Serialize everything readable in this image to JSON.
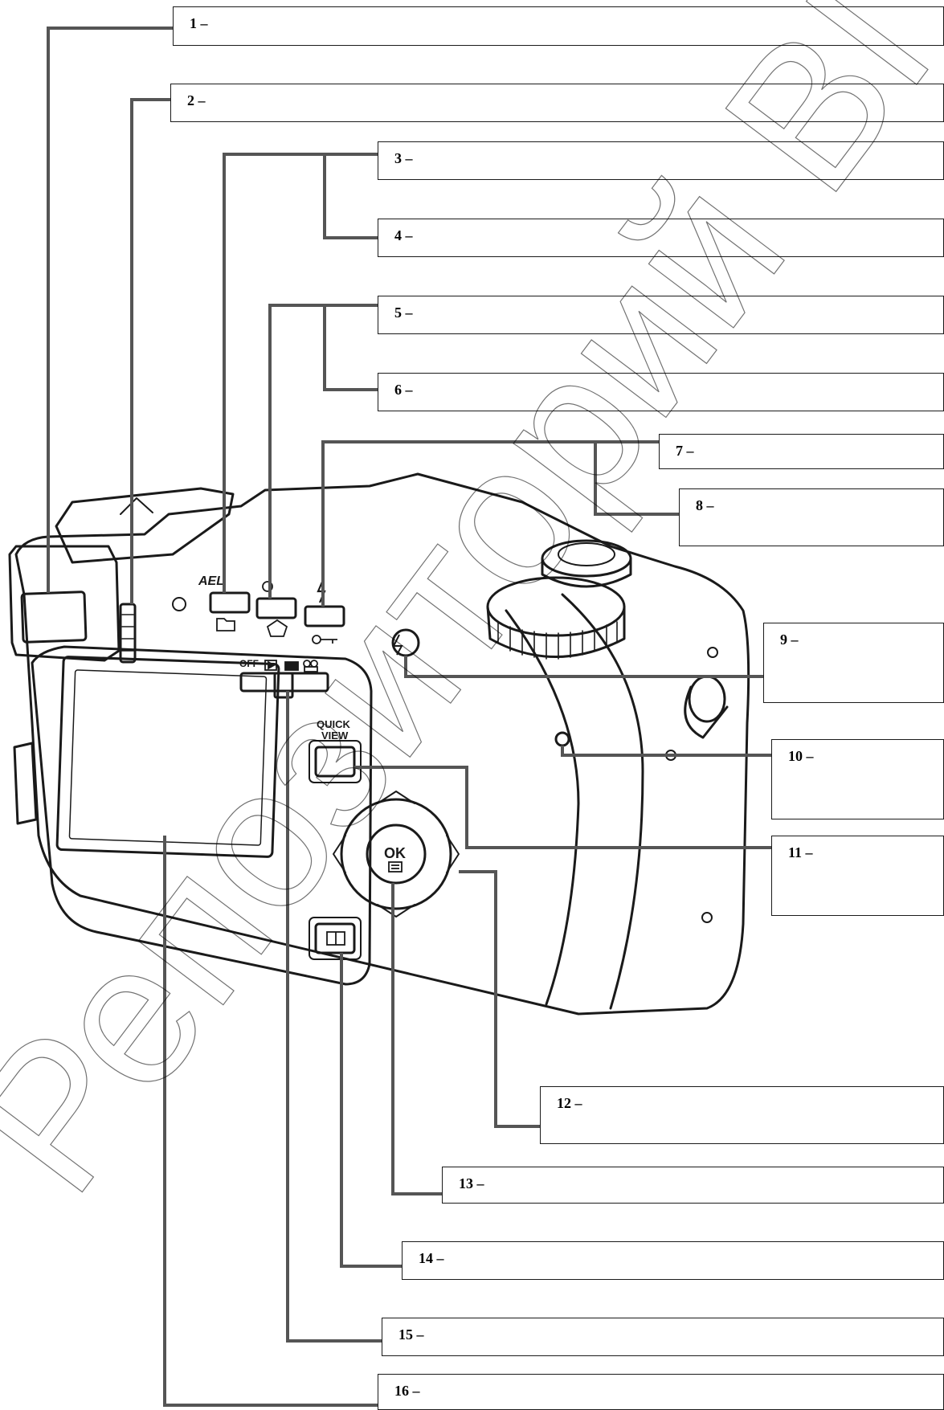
{
  "labels": [
    {
      "n": "1",
      "text": "1 –"
    },
    {
      "n": "2",
      "text": "2 –"
    },
    {
      "n": "3",
      "text": "3 –"
    },
    {
      "n": "4",
      "text": "4 –"
    },
    {
      "n": "5",
      "text": "5 –"
    },
    {
      "n": "6",
      "text": "6 –"
    },
    {
      "n": "7",
      "text": "7 –"
    },
    {
      "n": "8",
      "text": "8 –"
    },
    {
      "n": "9",
      "text": "9 –"
    },
    {
      "n": "10",
      "text": "10 –"
    },
    {
      "n": "11",
      "text": "11 –"
    },
    {
      "n": "12",
      "text": "12 –"
    },
    {
      "n": "13",
      "text": "13 –"
    },
    {
      "n": "14",
      "text": "14 –"
    },
    {
      "n": "15",
      "text": "15 –"
    },
    {
      "n": "16",
      "text": "16 –"
    }
  ],
  "camera": {
    "button_labels": {
      "ael": "AEL",
      "quick_view_line1": "QUICK",
      "quick_view_line2": "VIEW",
      "ok": "OK",
      "off": "OFF"
    }
  },
  "watermark": {
    "text": "Репозиторий ВГУ",
    "color": "#000000"
  },
  "colors": {
    "line": "#555555",
    "outline": "#1a1a1a",
    "box_border": "#1a1a1a"
  }
}
